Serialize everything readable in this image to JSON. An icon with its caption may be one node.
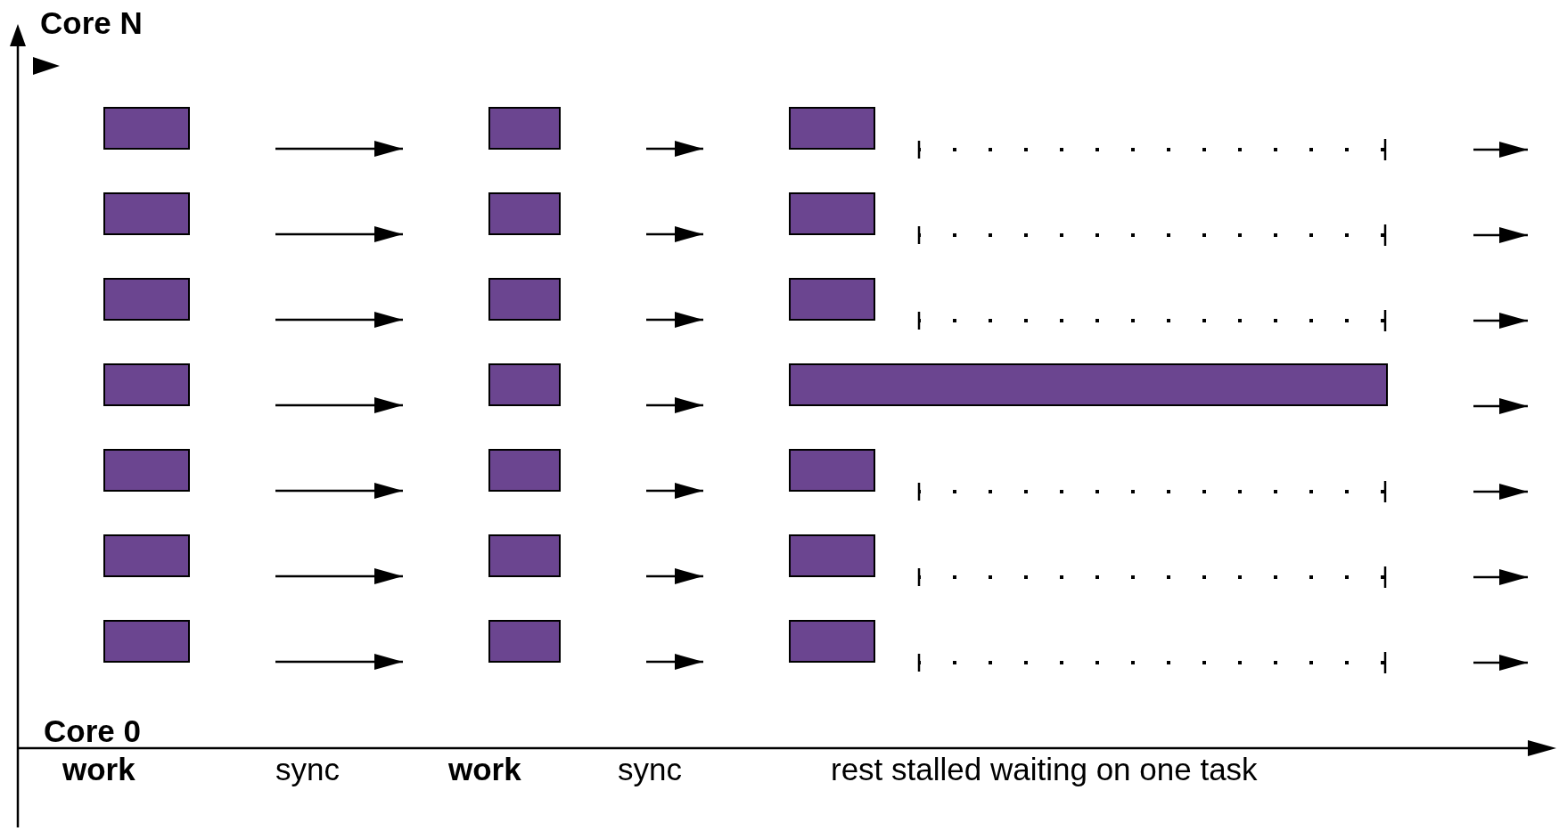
{
  "diagram": {
    "nodes": [
      {
        "text": [],
        "shape": "bar"
      },
      {
        "text": [],
        "shape": "bar"
      },
      {
        "text": [],
        "shape": "bar"
      },
      {
        "text": [],
        "shape": "bar"
      },
      {
        "text": [],
        "shape": "bar"
      },
      {
        "text": [],
        "shape": "bar"
      },
      {
        "text": [],
        "shape": "bar"
      },
      {
        "text": [],
        "shape": "bar"
      },
      {
        "text": [],
        "shape": "bar"
      },
      {
        "text": [],
        "shape": "bar"
      },
      {
        "text": [],
        "shape": "bar"
      },
      {
        "text": [],
        "shape": "bar"
      },
      {
        "text": [],
        "shape": "bar"
      },
      {
        "text": [],
        "shape": "bar"
      },
      {
        "text": [],
        "shape": "bar"
      },
      {
        "text": [],
        "shape": "bar"
      },
      {
        "text": [],
        "shape": "bar"
      },
      {
        "text": [],
        "shape": "bar"
      },
      {
        "text": [],
        "shape": "bar"
      },
      {
        "text": [],
        "shape": "bar"
      },
      {
        "text": [],
        "shape": "bar"
      }
    ],
    "edges": [
      {
        "from": 0,
        "to": 1,
        "arrow": "to"
      },
      {
        "from": 1,
        "to": 2,
        "arrow": "to"
      },
      {
        "from": 3,
        "to": 4,
        "arrow": "to"
      },
      {
        "from": 4,
        "to": 5,
        "arrow": "to"
      },
      {
        "from": 6,
        "to": 7,
        "arrow": "to"
      },
      {
        "from": 7,
        "to": 8,
        "arrow": "to"
      },
      {
        "from": 9,
        "to": 10,
        "arrow": "to"
      },
      {
        "from": 10,
        "to": 11,
        "arrow": "to"
      },
      {
        "from": 12,
        "to": 13,
        "arrow": "to"
      },
      {
        "from": 13,
        "to": 14,
        "arrow": "to"
      },
      {
        "from": 15,
        "to": 16,
        "arrow": "to"
      },
      {
        "from": 16,
        "to": 17,
        "arrow": "to"
      },
      {
        "from": 18,
        "to": 19,
        "arrow": "to"
      },
      {
        "from": 19,
        "to": 20,
        "arrow": "to"
      }
    ],
    "labels": [
      "Core N",
      "Core 0",
      "work",
      "sync",
      "work",
      "sync",
      "rest stalled waiting on one task"
    ]
  }
}
